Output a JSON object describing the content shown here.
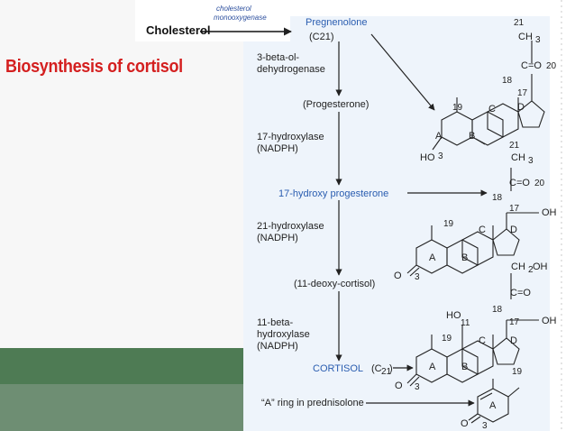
{
  "slide": {
    "title": "Biosynthesis  of cortisol"
  },
  "header": {
    "cholesterol": "Cholesterol",
    "enzyme_line1": "cholesterol",
    "enzyme_line2": "monooxygenase"
  },
  "pathway": {
    "pregnenolone": "Pregnenolone",
    "pregnenolone_c": "(C21)",
    "enzyme1_line1": "3-beta-ol-",
    "enzyme1_line2": "dehydrogenase",
    "progesterone": "(Progesterone)",
    "enzyme2_line1": "17-hydroxylase",
    "enzyme2_line2": "(NADPH)",
    "hydroxyprogesterone": "17-hydroxy progesterone",
    "enzyme3_line1": "21-hydroxylase",
    "enzyme3_line2": "(NADPH)",
    "deoxycortisol": "(11-deoxy-cortisol)",
    "enzyme4_line1": "11-beta-",
    "enzyme4_line2": "hydroxylase",
    "enzyme4_line3": "(NADPH)",
    "cortisol": "CORTISOL",
    "cortisol_c": "(C",
    "cortisol_sub": "21",
    "cortisol_close": ")",
    "prednisolone_note": "“A” ring in prednisolone"
  },
  "structure1": {
    "c21": "21",
    "ch3": "CH",
    "ch3_sub": "3",
    "co": "C=O",
    "c20": "20",
    "c18": "18",
    "c17": "17",
    "c19": "19",
    "ringA": "A",
    "ringB": "B",
    "ringC": "C",
    "ringD": "D",
    "ho": "HO",
    "c3": "3"
  },
  "structure2": {
    "c21": "21",
    "ch3": "CH",
    "ch3_sub": "3",
    "co": "C=O",
    "c20": "20",
    "c18": "18",
    "c17": "17",
    "oh": "OH",
    "c19": "19",
    "ringA": "A",
    "ringB": "B",
    "ringC": "C",
    "ringD": "D",
    "o": "O",
    "c3": "3"
  },
  "structure3": {
    "ch2oh": "CH",
    "ch2_sub": "2",
    "ch2oh_tail": "OH",
    "co": "C=O",
    "c18": "18",
    "ho": "HO",
    "c11": "11",
    "c17": "17",
    "oh": "OH",
    "c19": "19",
    "ringA": "A",
    "ringB": "B",
    "ringC": "C",
    "ringD": "D",
    "o": "O",
    "c3": "3"
  },
  "structure4": {
    "c19": "19",
    "ringA": "A",
    "o": "O",
    "c3": "3"
  }
}
